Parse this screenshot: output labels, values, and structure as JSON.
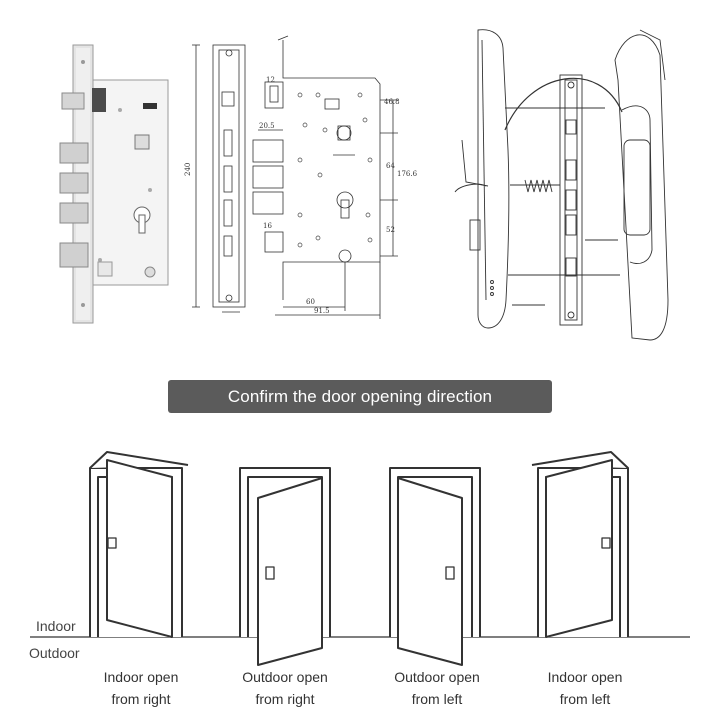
{
  "banner": {
    "text": "Confirm the door opening direction"
  },
  "dimensions": {
    "d12": "12",
    "d20_5": "20.5",
    "d16": "16",
    "d46_8": "46.8",
    "d64": "64",
    "d176_6": "176.6",
    "d52": "52",
    "d60": "60",
    "d91_5": "91.5",
    "d240": "240"
  },
  "doors": {
    "indoor_label": "Indoor",
    "outdoor_label": "Outdoor",
    "options": [
      {
        "line1": "Indoor open",
        "line2": "from right"
      },
      {
        "line1": "Outdoor open",
        "line2": "from right"
      },
      {
        "line1": "Outdoor open",
        "line2": "from left"
      },
      {
        "line1": "Indoor open",
        "line2": "from left"
      }
    ]
  }
}
